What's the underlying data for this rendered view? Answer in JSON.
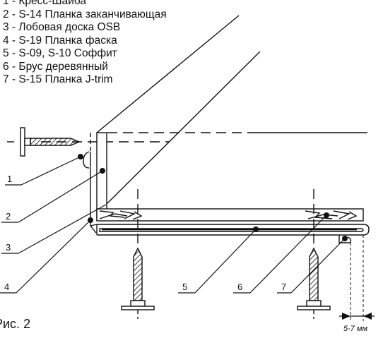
{
  "legend": [
    "1 - Кресс-Шайба",
    "2 - S-14 Планка заканчивающая",
    "3 - Лобовая доска OSB",
    "4 - S-19 Планка фаска",
    "5 - S-09, S-10 Соффит",
    "6 - Брус деревянный",
    "7 - S-15 Планка J-trim"
  ],
  "callouts": [
    "1",
    "2",
    "3",
    "4",
    "5",
    "6",
    "7"
  ],
  "caption": "Рис. 2",
  "dimension": "5-7 мм"
}
